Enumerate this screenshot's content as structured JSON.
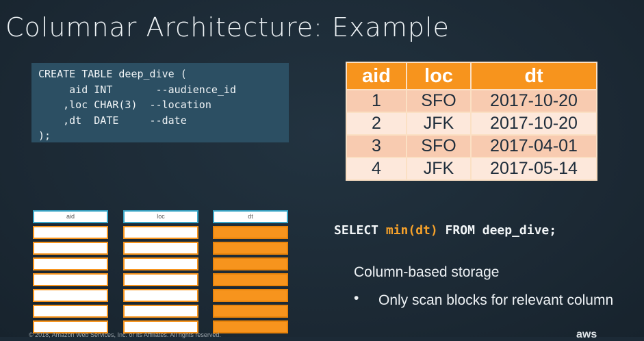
{
  "slide": {
    "title": "Columnar Architecture: Example"
  },
  "code": {
    "lines": [
      "CREATE TABLE deep_dive (",
      "     aid INT       --audience_id",
      "    ,loc CHAR(3)  --location",
      "    ,dt  DATE     --date",
      ");"
    ]
  },
  "table": {
    "headers": [
      "aid",
      "loc",
      "dt"
    ],
    "rows": [
      [
        "1",
        "SFO",
        "2017-10-20"
      ],
      [
        "2",
        "JFK",
        "2017-10-20"
      ],
      [
        "3",
        "SFO",
        "2017-04-01"
      ],
      [
        "4",
        "JFK",
        "2017-05-14"
      ]
    ]
  },
  "storage": {
    "columns": [
      {
        "label": "aid",
        "highlighted": false
      },
      {
        "label": "loc",
        "highlighted": false
      },
      {
        "label": "dt",
        "highlighted": true
      }
    ],
    "block_count": 7
  },
  "query": {
    "part1": "SELECT ",
    "highlight": "min(dt)",
    "part2": " FROM deep_dive;"
  },
  "notes": {
    "heading": "Column-based storage",
    "bullet_symbol": "•",
    "bullet": "Only scan blocks for relevant column"
  },
  "footer": {
    "copyright": "© 2018, Amazon Web Services, Inc. or its Affiliates. All rights reserved.",
    "logo": "aws"
  },
  "colors": {
    "accent": "#f7941d",
    "background": "#1c2a36",
    "code_bg": "#2c4f63"
  }
}
